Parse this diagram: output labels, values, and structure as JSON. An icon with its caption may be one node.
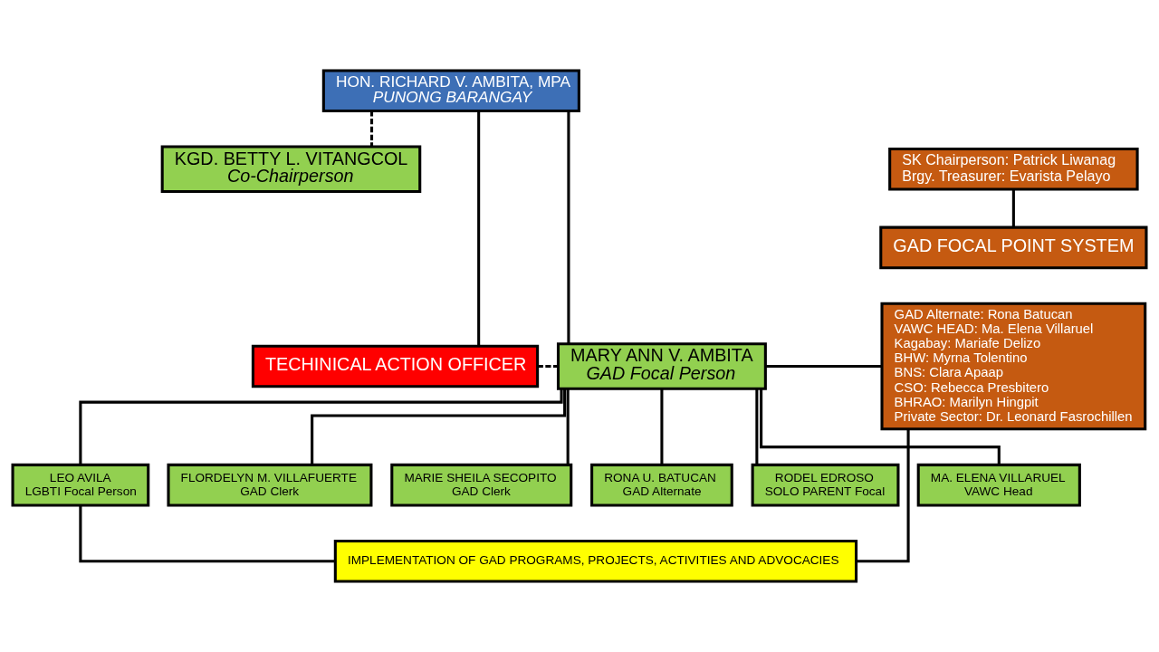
{
  "diagram": {
    "nodes": [
      {
        "text": [
          "HON. RICHARD V. AMBITA, MPA",
          "PUNONG BARANGAY"
        ]
      },
      {
        "text": [
          "KGD. BETTY L. VITANGCOL",
          "Co-Chairperson"
        ]
      },
      {
        "text": [
          "SK Chairperson: Patrick Liwanag",
          "Brgy. Treasurer: Evarista Pelayo"
        ]
      },
      {
        "text": [
          "GAD FOCAL POINT SYSTEM"
        ]
      },
      {
        "text": [
          "TECHINICAL ACTION OFFICER"
        ]
      },
      {
        "text": [
          "MARY ANN V. AMBITA",
          "GAD Focal Person"
        ]
      },
      {
        "text": [
          "GAD Alternate: Rona Batucan",
          "VAWC HEAD: Ma. Elena Villaruel",
          "Kagabay: Mariafe Delizo",
          "BHW: Myrna Tolentino",
          "BNS: Clara Apaap",
          "CSO: Rebecca Presbitero",
          "BHRAO: Marilyn Hingpit",
          "Private Sector: Dr. Leonard Fasrochillen"
        ]
      },
      {
        "text": [
          "LEO AVILA",
          "LGBTI Focal Person"
        ]
      },
      {
        "text": [
          "FLORDELYN M. VILLAFUERTE",
          "GAD Clerk"
        ]
      },
      {
        "text": [
          "MARIE SHEILA SECOPITO",
          "GAD Clerk"
        ]
      },
      {
        "text": [
          "RONA U. BATUCAN",
          "GAD Alternate"
        ]
      },
      {
        "text": [
          "RODEL EDROSO",
          "SOLO PARENT Focal"
        ]
      },
      {
        "text": [
          "MA. ELENA VILLARUEL",
          "VAWC Head"
        ]
      },
      {
        "text": [
          "IMPLEMENTATION OF GAD PROGRAMS, PROJECTS, ACTIVITIES AND ADVOCACIES"
        ]
      }
    ],
    "edges": [
      {
        "from": 0,
        "to": 4,
        "arrow": "none"
      },
      {
        "from": 0,
        "to": 5,
        "arrow": "none"
      },
      {
        "from": 0,
        "to": 1,
        "arrow": "none",
        "style": "dashed"
      },
      {
        "from": 2,
        "to": 3,
        "arrow": "none"
      },
      {
        "from": 4,
        "to": 5,
        "arrow": "none",
        "style": "dashed"
      },
      {
        "from": 5,
        "to": 6,
        "arrow": "none"
      },
      {
        "from": 5,
        "to": 7,
        "arrow": "none"
      },
      {
        "from": 5,
        "to": 8,
        "arrow": "none"
      },
      {
        "from": 5,
        "to": 9,
        "arrow": "none"
      },
      {
        "from": 5,
        "to": 10,
        "arrow": "none"
      },
      {
        "from": 5,
        "to": 11,
        "arrow": "none"
      },
      {
        "from": 5,
        "to": 12,
        "arrow": "none"
      },
      {
        "from": 7,
        "to": 13,
        "arrow": "none"
      },
      {
        "from": 6,
        "to": 13,
        "arrow": "none"
      }
    ]
  }
}
